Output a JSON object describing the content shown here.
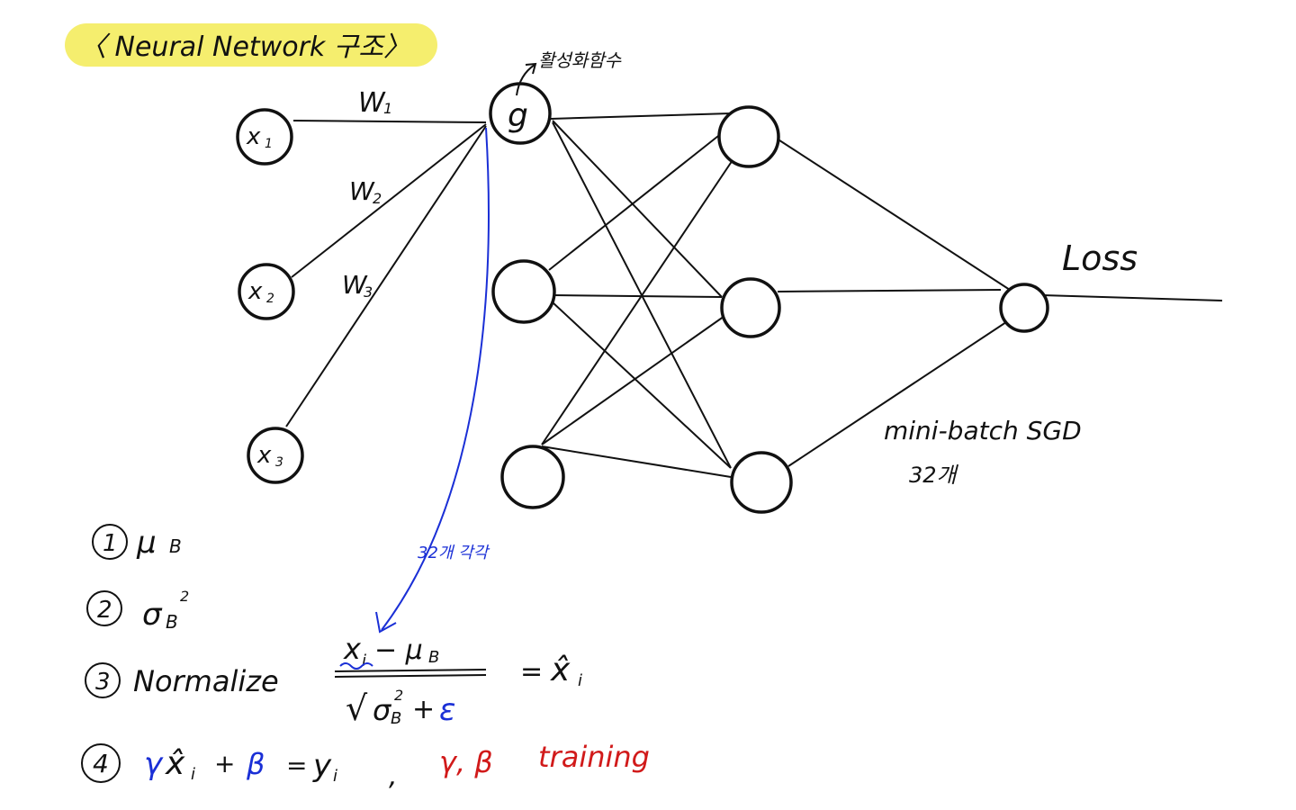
{
  "title": "〈 Neural  Network  구조〉",
  "activation_note": "활성화함수",
  "activation_symbol": "g",
  "inputs": [
    {
      "label": "x",
      "sub": "1"
    },
    {
      "label": "x",
      "sub": "2"
    },
    {
      "label": "x",
      "sub": "3"
    }
  ],
  "weights": [
    {
      "label": "W",
      "sub": "1"
    },
    {
      "label": "W",
      "sub": "2"
    },
    {
      "label": "W",
      "sub": "3"
    }
  ],
  "loss_label": "Loss",
  "minibatch": {
    "line1": "mini-batch  SGD",
    "line2": "32개"
  },
  "batch_note": "32개 각각",
  "steps": [
    {
      "num": "1",
      "text": "μ",
      "sub": "B"
    },
    {
      "num": "2",
      "text": "σ",
      "sub": "B",
      "sup": "2"
    },
    {
      "num": "3",
      "text": "Normalize"
    },
    {
      "num": "4"
    }
  ],
  "formula": {
    "numerator_x": "x",
    "numerator_i": "i",
    "numerator_rest": "− μ",
    "numerator_rest_sub": "B",
    "sqrt": "√",
    "denominator_sigma": "σ",
    "denominator_sub": "B",
    "denominator_sup": "2",
    "denominator_plus": "+",
    "epsilon": "ε",
    "equals": "=",
    "xhat": "x̂",
    "xhat_sub": "i"
  },
  "step4": {
    "gamma": "γ",
    "xhat": "x̂",
    "xhat_sub": "i",
    "plus": "+",
    "beta": "β",
    "equals": "=",
    "y": "y",
    "y_sub": "i",
    "comma": ",",
    "params": "γ, β",
    "training": "training"
  },
  "colors": {
    "ink": "#111111",
    "blue": "#1a2fd6",
    "red": "#d11a1a",
    "highlight": "#f5ee6e"
  }
}
